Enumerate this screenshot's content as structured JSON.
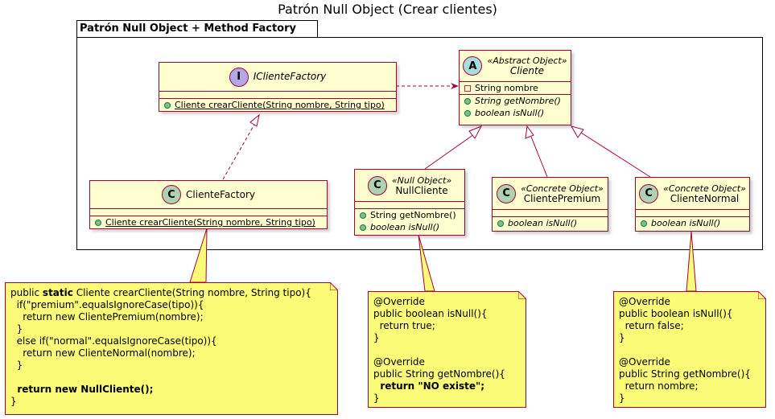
{
  "title": "Patrón Null Object (Crear clientes)",
  "package": {
    "name": "Patrón Null Object + Method Factory"
  },
  "colors": {
    "class_fill": "#fefece",
    "class_border": "#a80036",
    "note_fill": "#fbfb77"
  },
  "classes": {
    "icliente_factory": {
      "badge": "I",
      "name": "IClienteFactory",
      "methods": [
        {
          "text": "Cliente crearCliente(String nombre, String tipo)"
        }
      ]
    },
    "cliente": {
      "badge": "A",
      "stereotype": "«Abstract Object»",
      "name": "Cliente",
      "fields": [
        {
          "text": "String nombre"
        }
      ],
      "methods": [
        {
          "text": "String getNombre()"
        },
        {
          "text": "boolean isNull()"
        }
      ]
    },
    "cliente_factory": {
      "badge": "C",
      "name": "ClienteFactory",
      "methods": [
        {
          "text": "Cliente crearCliente(String nombre, String tipo)"
        }
      ]
    },
    "null_cliente": {
      "badge": "C",
      "stereotype": "«Null Object»",
      "name": "NullCliente",
      "methods": [
        {
          "text": "String getNombre()"
        },
        {
          "text": "boolean isNull()"
        }
      ]
    },
    "cliente_premium": {
      "badge": "C",
      "stereotype": "«Concrete Object»",
      "name": "ClientePremium",
      "methods": [
        {
          "text": "boolean isNull()"
        }
      ]
    },
    "cliente_normal": {
      "badge": "C",
      "stereotype": "«Concrete Object»",
      "name": "ClienteNormal",
      "methods": [
        {
          "text": "boolean isNull()"
        }
      ]
    }
  },
  "notes": {
    "factory_note": [
      "public static Cliente crearCliente(String nombre, String tipo){",
      "  if(\"premium\".equalsIgnoreCase(tipo)){",
      "    return new ClientePremium(nombre);",
      "  }",
      "  else if(\"normal\".equalsIgnoreCase(tipo)){",
      "    return new ClienteNormal(nombre);",
      "  }",
      "",
      "  return new NullCliente();",
      "}"
    ],
    "null_note": [
      "@Override",
      "public boolean isNull(){",
      "  return true;",
      "}",
      "",
      "@Override",
      "public String getNombre(){",
      "  return \"NO existe\";",
      "}"
    ],
    "normal_note": [
      "@Override",
      "public boolean isNull(){",
      "  return false;",
      "}",
      "",
      "@Override",
      "public String getNombre(){",
      "  return nombre;",
      "}"
    ]
  }
}
